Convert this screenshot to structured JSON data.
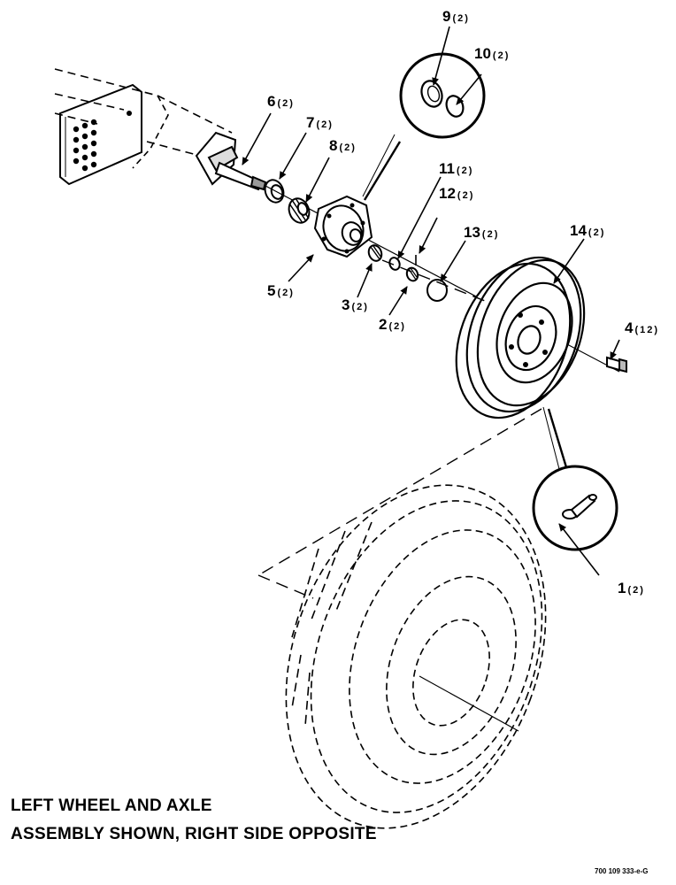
{
  "caption": {
    "line1": "LEFT WHEEL AND AXLE",
    "line2": "ASSEMBLY SHOWN, RIGHT SIDE OPPOSITE"
  },
  "drawing_number": "700 109 333-e-G",
  "callouts": [
    {
      "id": "1",
      "number": "1",
      "qty": "(2)"
    },
    {
      "id": "2",
      "number": "2",
      "qty": "(2)"
    },
    {
      "id": "3",
      "number": "3",
      "qty": "(2)"
    },
    {
      "id": "4",
      "number": "4",
      "qty": "(12)"
    },
    {
      "id": "5",
      "number": "5",
      "qty": "(2)"
    },
    {
      "id": "6",
      "number": "6",
      "qty": "(2)"
    },
    {
      "id": "7",
      "number": "7",
      "qty": "(2)"
    },
    {
      "id": "8",
      "number": "8",
      "qty": "(2)"
    },
    {
      "id": "9",
      "number": "9",
      "qty": "(2)"
    },
    {
      "id": "10",
      "number": "10",
      "qty": "(2)"
    },
    {
      "id": "11",
      "number": "11",
      "qty": "(2)"
    },
    {
      "id": "12",
      "number": "12",
      "qty": "(2)"
    },
    {
      "id": "13",
      "number": "13",
      "qty": "(2)"
    },
    {
      "id": "14",
      "number": "14",
      "qty": "(2)"
    }
  ]
}
